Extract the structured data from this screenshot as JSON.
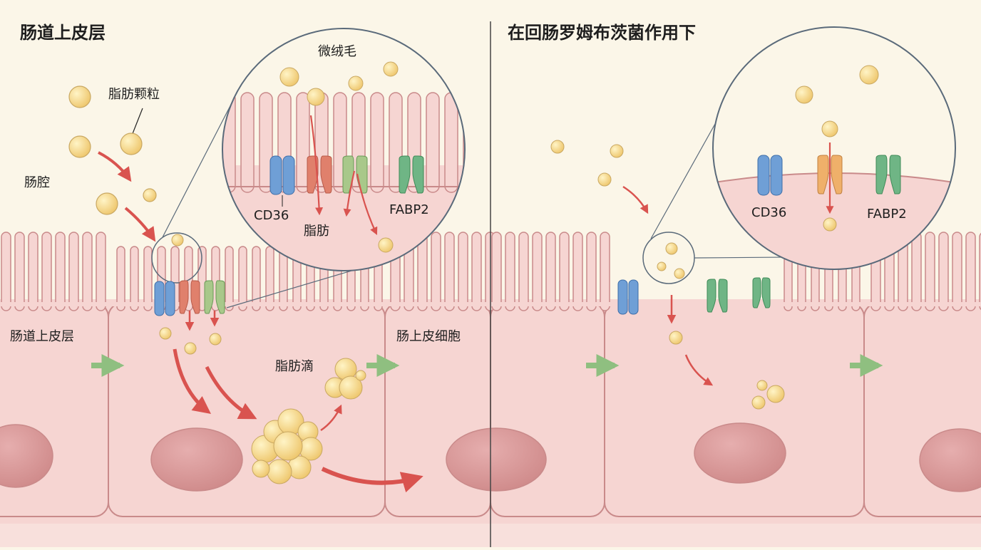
{
  "left_panel": {
    "title": "肠道上皮层",
    "lumen_label": "肠腔",
    "fat_particles_label": "脂肪颗粒",
    "epithelium_label": "肠道上皮层",
    "cell_label": "肠上皮细胞",
    "lipid_droplet_label": "脂肪滴",
    "zoom": {
      "microvilli_label": "微绒毛",
      "cd36_label": "CD36",
      "fat_label": "脂肪",
      "fabp2_label": "FABP2"
    }
  },
  "right_panel": {
    "title": "在回肠罗姆布茨菌作用下",
    "zoom": {
      "cd36_label": "CD36",
      "fabp2_label": "FABP2"
    }
  },
  "colors": {
    "background": "#fbf6e8",
    "cell_fill": "#f6d5d2",
    "cell_stroke": "#c98a8a",
    "nucleus": "#d99a9a",
    "fat": "#f4d58a",
    "cd36": "#6f9fd6",
    "transporter_red": "#e0806c",
    "transporter_orange": "#efb06a",
    "fabp2": "#6fb585",
    "arrow_red": "#d9534f",
    "arrow_green": "#8fbf80",
    "divider": "#444444"
  }
}
